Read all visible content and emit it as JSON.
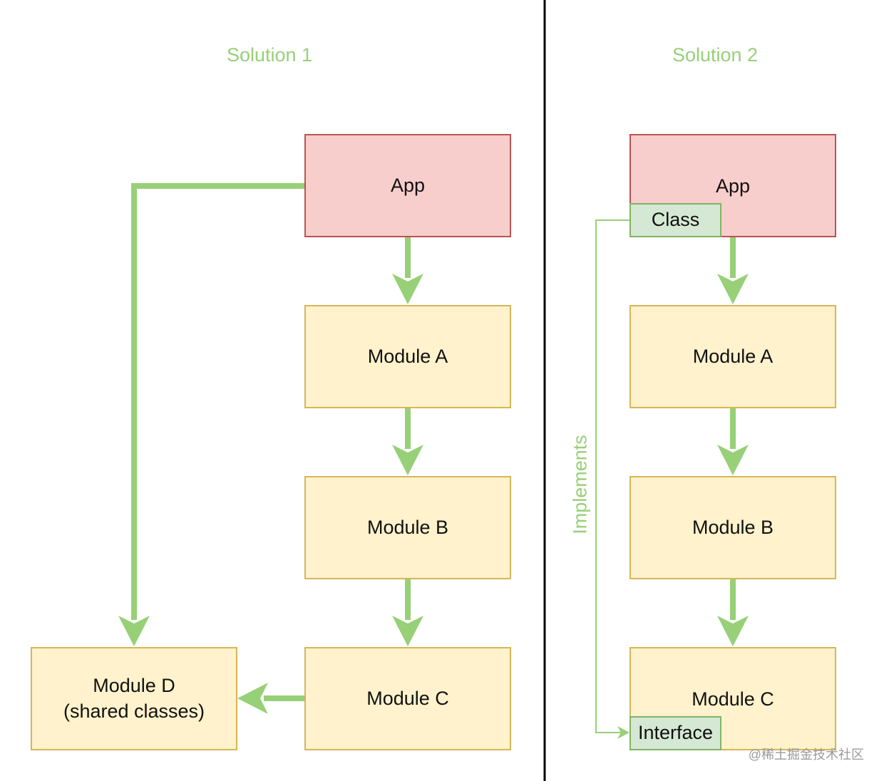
{
  "solution1": {
    "title": "Solution 1",
    "app": "App",
    "module_a": "Module A",
    "module_b": "Module B",
    "module_c": "Module C",
    "module_d_line1": "Module D",
    "module_d_line2": "(shared classes)"
  },
  "solution2": {
    "title": "Solution 2",
    "app": "App",
    "class_label": "Class",
    "module_a": "Module A",
    "module_b": "Module B",
    "module_c": "Module C",
    "interface_label": "Interface",
    "implements_label": "Implements"
  },
  "watermark": "@稀土掘金技术社区",
  "colors": {
    "arrow": "#97d077",
    "title_text": "#97d077",
    "module_fill": "#fff2cc",
    "module_border": "#d6b656",
    "app_fill": "#f8cecc",
    "app_border": "#b85450",
    "tag_fill": "#d5e8d4",
    "tag_border": "#82b366"
  }
}
